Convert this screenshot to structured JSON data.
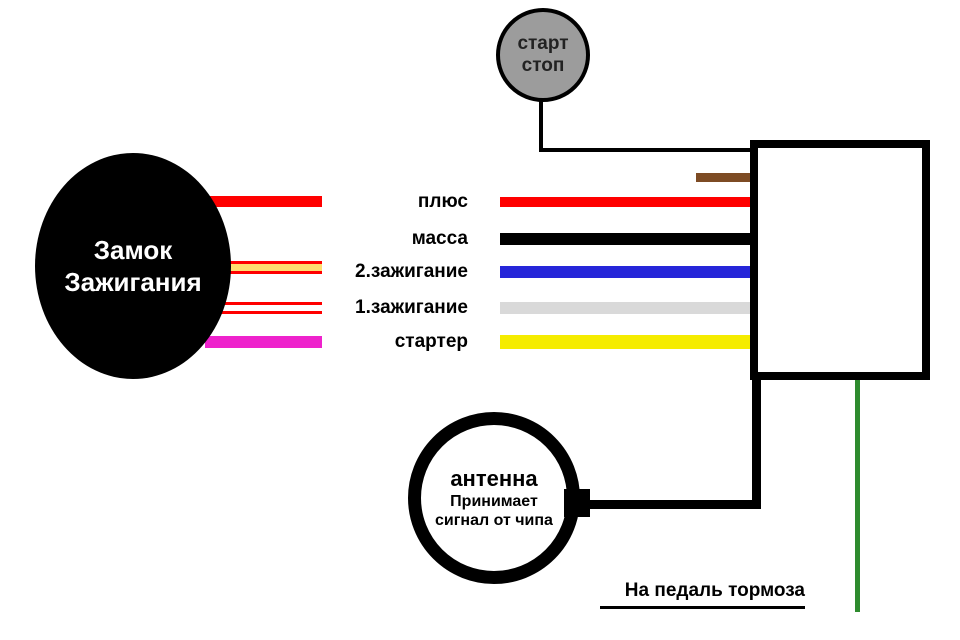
{
  "lock": {
    "line1": "Замок",
    "line2": "Зажигания"
  },
  "start_button": {
    "line1": "старт",
    "line2": "стоп"
  },
  "wire_labels": {
    "plus": "плюс",
    "ground": "масса",
    "ignition2": "2.зажигание",
    "ignition1": "1.зажигание",
    "starter": "стартер"
  },
  "antenna": {
    "title": "антенна",
    "desc1": "Принимает",
    "desc2": "сигнал от чипа"
  },
  "brake_label": "На педаль тормоза",
  "colors": {
    "red": "#ff0000",
    "black": "#000000",
    "blue": "#2626d9",
    "gray": "#d9d9d9",
    "yellow": "#f5ec00",
    "pale_yellow": "#ffdf70",
    "magenta": "#ee22cc",
    "brown": "#7d4b24",
    "green": "#2e8b2e",
    "button_gray": "#9c9c9c"
  }
}
